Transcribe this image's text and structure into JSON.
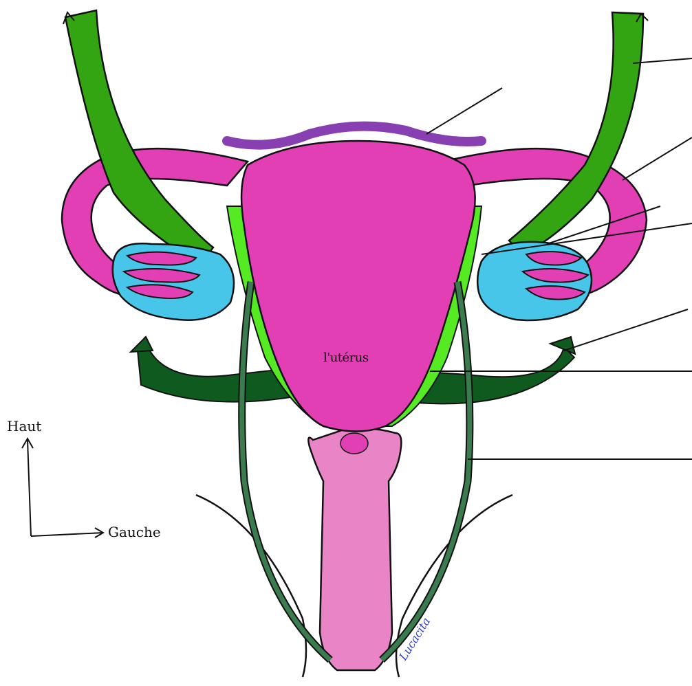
{
  "diagram": {
    "organ_label": "l'utérus",
    "orientation": {
      "up_label": "Haut",
      "left_label": "Gauche"
    },
    "signature": "Lucacita",
    "label_lines_count": 8
  },
  "colors": {
    "uterus": "#e23fb4",
    "fallopian_tube": "#e23fb4",
    "ovary": "#47c6ea",
    "suspensory_ligament": "#34a512",
    "broad_ligament": "#55ea22",
    "round_ligament": "#0f5a1f",
    "vagina": "#e985c6",
    "blood_vessels": "#3a7c4e",
    "fundus_highlight": "#7a2aa8",
    "outline": "#111111"
  }
}
